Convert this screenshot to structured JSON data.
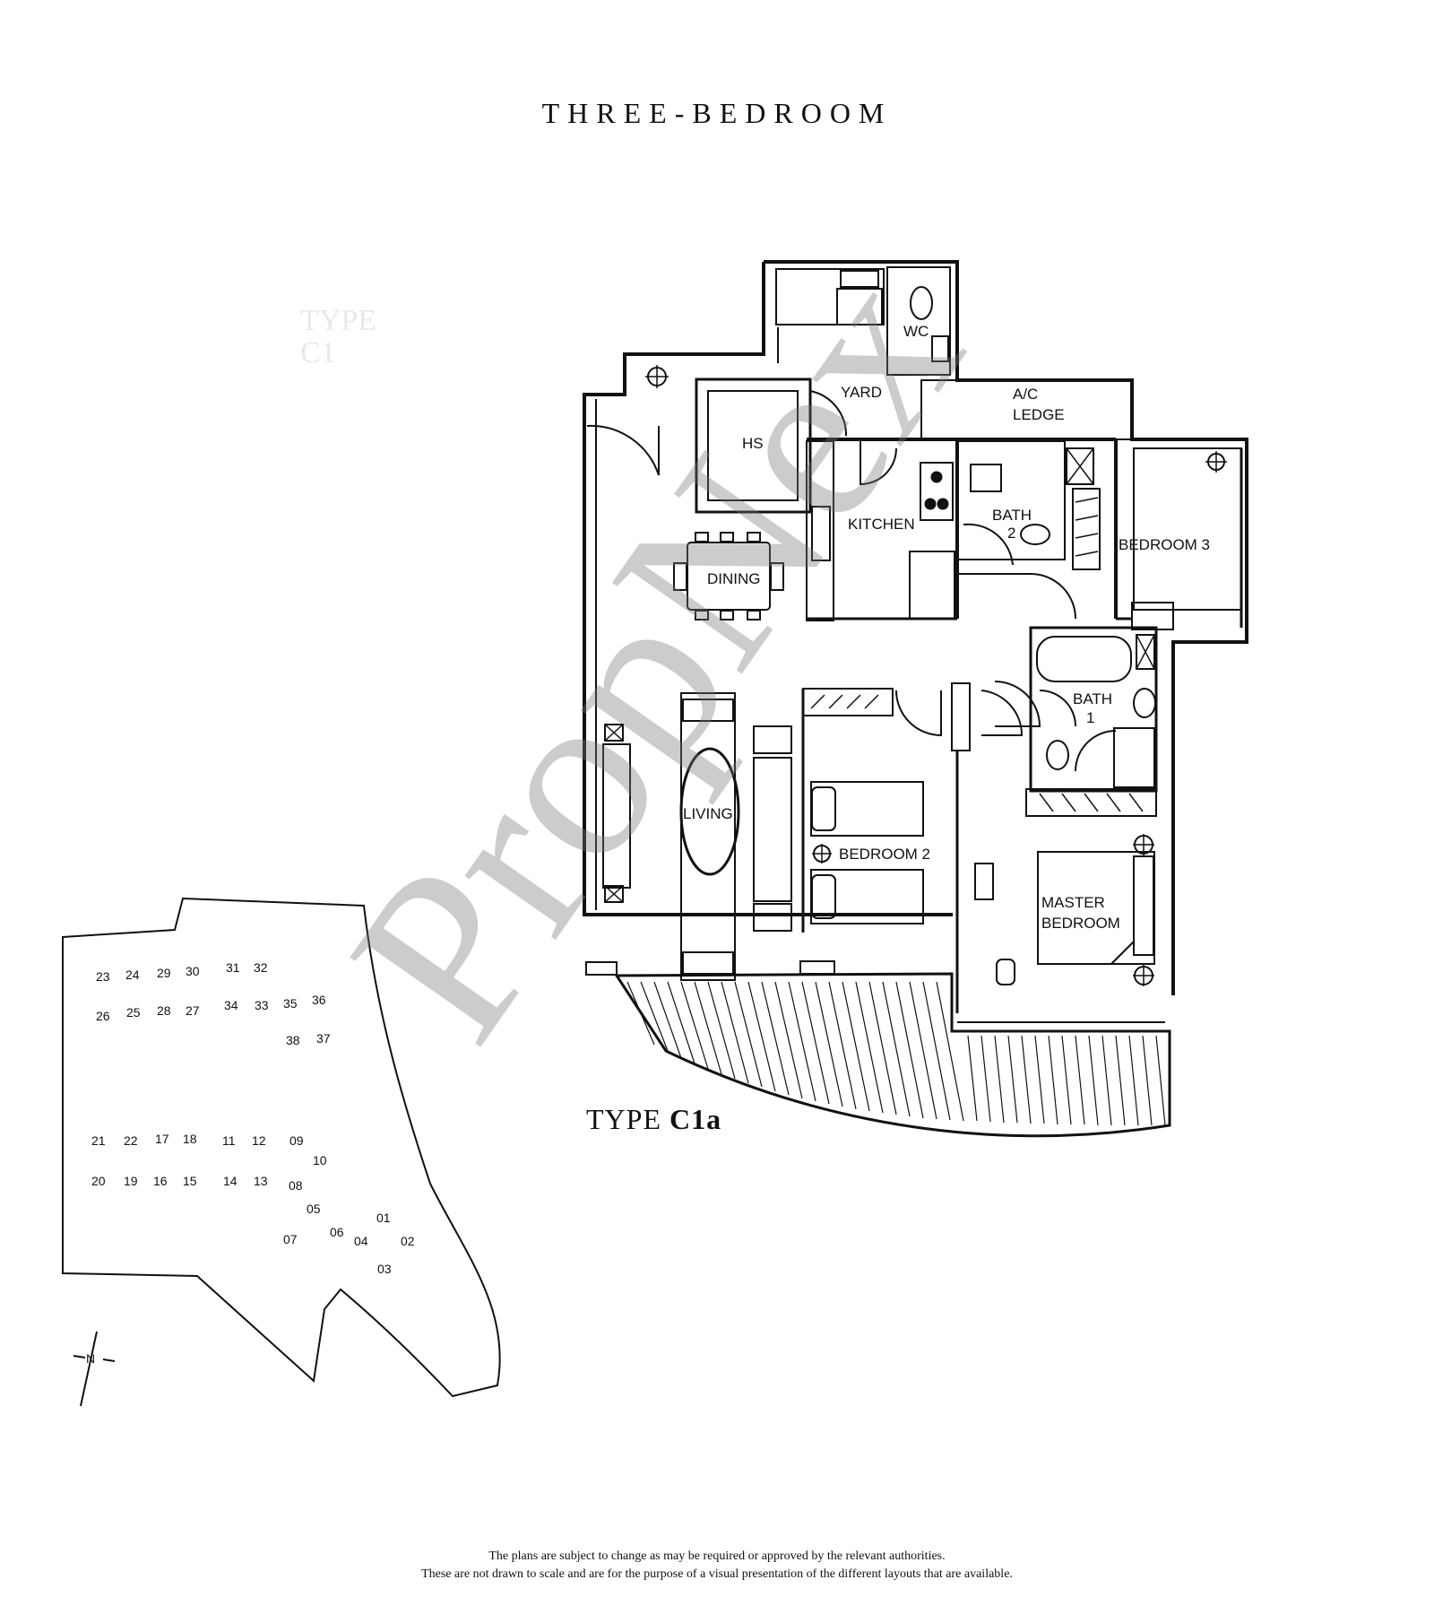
{
  "header": {
    "title": "THREE-BEDROOM"
  },
  "ghost_label": {
    "line1": "TYPE",
    "line2": "C1"
  },
  "plan": {
    "type_prefix": "TYPE ",
    "type_code": "C1a",
    "rooms": {
      "wc": "WC",
      "yard": "YARD",
      "ac_ledge_1": "A/C",
      "ac_ledge_2": "LEDGE",
      "hs": "HS",
      "kitchen": "KITCHEN",
      "bath2_1": "BATH",
      "bath2_2": "2",
      "bedroom3": "BEDROOM 3",
      "dining": "DINING",
      "bath1_1": "BATH",
      "bath1_2": "1",
      "living": "LIVING",
      "bedroom2": "BEDROOM 2",
      "master_1": "MASTER",
      "master_2": "BEDROOM"
    }
  },
  "site_plan": {
    "north": "N",
    "units": [
      "01",
      "02",
      "03",
      "04",
      "05",
      "06",
      "07",
      "08",
      "09",
      "10",
      "11",
      "12",
      "13",
      "14",
      "15",
      "16",
      "17",
      "18",
      "19",
      "20",
      "21",
      "22",
      "23",
      "24",
      "25",
      "26",
      "27",
      "28",
      "29",
      "30",
      "31",
      "32",
      "33",
      "34",
      "35",
      "36",
      "37",
      "38"
    ]
  },
  "watermark": {
    "text": "PropNex"
  },
  "footer": {
    "line1": "The plans are subject to change as may be required or approved by the relevant authorities.",
    "line2": "These are not drawn to scale and are for the purpose of a visual presentation of the different layouts that are available."
  }
}
